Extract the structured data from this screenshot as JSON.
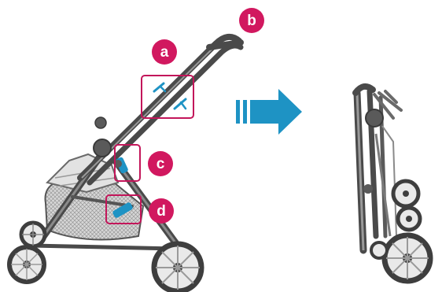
{
  "labels": {
    "a": "a",
    "b": "b",
    "c": "c",
    "d": "d"
  },
  "colors": {
    "label_bg": "#d1185f",
    "highlight_box": "#c3165a",
    "accent_blue": "#1e93c4",
    "frame": "#4a4a4a",
    "frame_light": "#8a8a8a",
    "wheel_rim": "#e9e9e9"
  },
  "icons": {
    "arrow": "fold-arrow-icon",
    "stroller_open": "stroller-unfolded-illustration",
    "stroller_folded": "stroller-folded-illustration"
  }
}
